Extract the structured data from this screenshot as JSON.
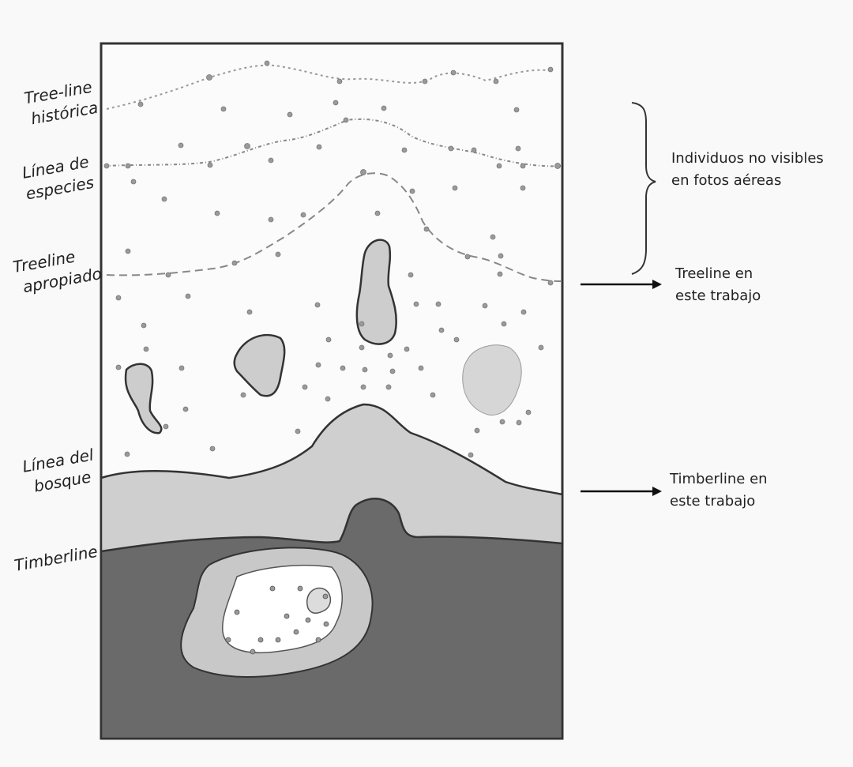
{
  "left_labels": {
    "treeline_historica": [
      "Tree-line",
      "histórica"
    ],
    "linea_especies": [
      "Línea de",
      "especies"
    ],
    "treeline_apropiado": [
      "Treeline",
      "apropiado"
    ],
    "linea_bosque": [
      "Línea del",
      "bosque"
    ],
    "timberline": "Timberline"
  },
  "right_labels": {
    "individuos": [
      "Individuos no visibles",
      "en fotos aéreas"
    ],
    "treeline_trabajo": [
      "Treeline en",
      "este trabajo"
    ],
    "timberline_trabajo": [
      "Timberline en",
      "este trabajo"
    ]
  },
  "colors": {
    "background": "#f9f9f9",
    "panel": "#fbfbfb",
    "light_forest": "#cfcfcf",
    "dark_forest": "#6a6a6a",
    "outline": "#333333",
    "dot": "#8a8a8a"
  }
}
